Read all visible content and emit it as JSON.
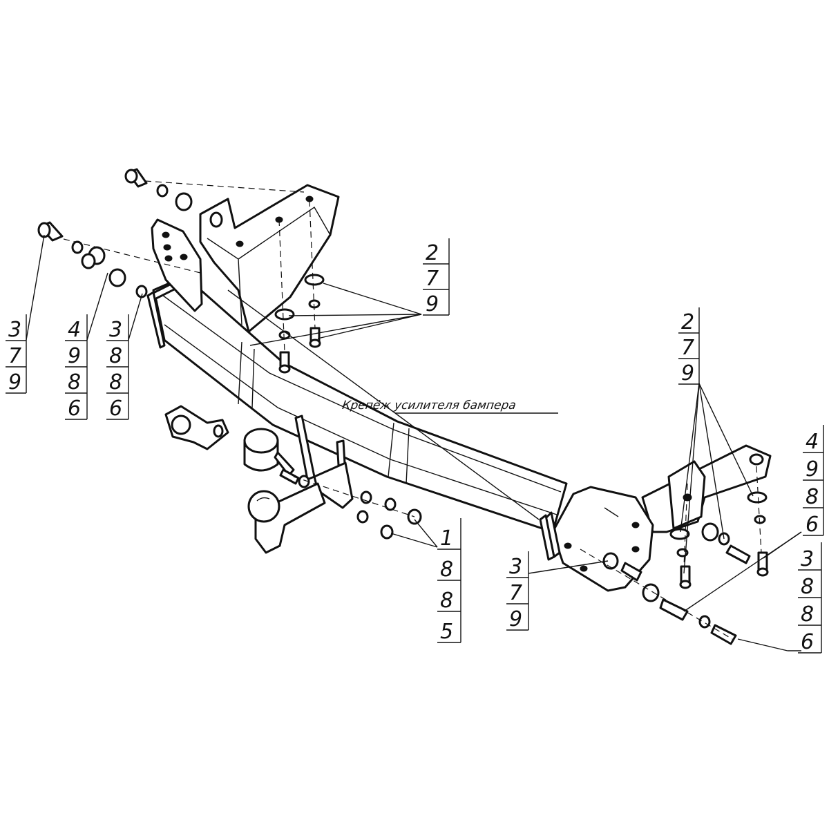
{
  "note": {
    "text": "Крепёж усилителя бампера"
  },
  "callouts": [
    {
      "id": "c1",
      "values": [
        "3",
        "7",
        "9"
      ]
    },
    {
      "id": "c2",
      "values": [
        "4",
        "9",
        "8",
        "6"
      ]
    },
    {
      "id": "c3",
      "values": [
        "3",
        "8",
        "8",
        "6"
      ]
    },
    {
      "id": "c4",
      "values": [
        "2",
        "7",
        "9"
      ]
    },
    {
      "id": "c5",
      "values": [
        "2",
        "7",
        "9"
      ]
    },
    {
      "id": "c6",
      "values": [
        "4",
        "9",
        "8",
        "6"
      ]
    },
    {
      "id": "c7",
      "values": [
        "1",
        "8",
        "8",
        "5"
      ]
    },
    {
      "id": "c8",
      "values": [
        "3",
        "7",
        "9"
      ]
    },
    {
      "id": "c9",
      "values": [
        "3",
        "8",
        "8",
        "6"
      ]
    }
  ]
}
